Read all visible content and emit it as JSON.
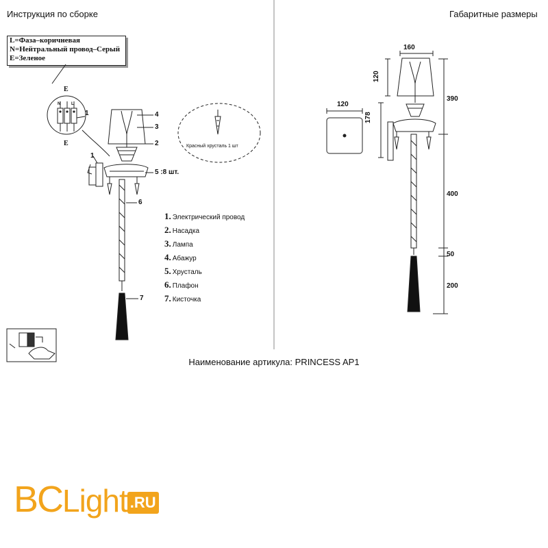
{
  "headers": {
    "left": "Инструкция по сборке",
    "right": "Габаритные размеры"
  },
  "wiring": {
    "phase": "L=Фаза–коричневая",
    "neutral": "N=Нейтральный провод–Серый",
    "earth": "E=Зеленое"
  },
  "connector": {
    "top": "E",
    "bottom": "E",
    "terminals": [
      "N",
      "",
      "L"
    ],
    "callout": "1"
  },
  "callouts": {
    "c1": "1",
    "c2": "2",
    "c3": "3",
    "c4": "4",
    "c5": "5 :8 шт.",
    "c6": "6",
    "c7": "7"
  },
  "crystal_note": "Красный хрусталь 1 шт",
  "parts": [
    {
      "num": "1.",
      "label": "Электрический провод"
    },
    {
      "num": "2.",
      "label": "Насадка"
    },
    {
      "num": "3.",
      "label": "Лампа"
    },
    {
      "num": "4.",
      "label": "Абажур"
    },
    {
      "num": "5.",
      "label": "Хрусталь"
    },
    {
      "num": "6.",
      "label": "Плафон"
    },
    {
      "num": "7.",
      "label": "Кисточка"
    }
  ],
  "dimensions": {
    "shade_width": "160",
    "shade_height": "120",
    "plate_width": "120",
    "plate_height": "178",
    "upper_height": "390",
    "rod_length": "400",
    "gap": "50",
    "tassel": "200"
  },
  "article": "Наименование артикула: PRINCESS AP1",
  "logo": {
    "bc": "BC",
    "light": "Light",
    "ru": ".RU"
  },
  "colors": {
    "logo": "#f2a41c",
    "line": "#222222"
  }
}
